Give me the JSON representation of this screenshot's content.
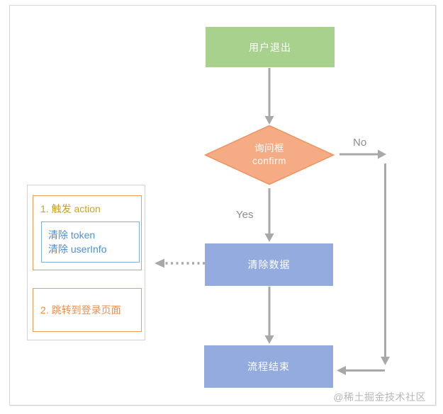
{
  "diagram": {
    "nodes": {
      "start": {
        "label": "用户退出"
      },
      "decision": {
        "line1": "询问框",
        "line2": "confirm"
      },
      "clear_data": {
        "label": "清除数据"
      },
      "end": {
        "label": "流程结束"
      }
    },
    "edges": {
      "yes_label": "Yes",
      "no_label": "No"
    },
    "side_panel": {
      "step1_title": "1. 触发 action",
      "inner_line1": "清除 token",
      "inner_line2": "清除 userInfo",
      "step2_title": "2. 跳转到登录页面"
    },
    "watermark": "@稀土掘金技术社区",
    "colors": {
      "start_fill": "#a9d18e",
      "decision_fill": "#f5ac84",
      "decision_border": "#ee9260",
      "process_fill": "#93abde",
      "arrow_gray": "#a8a8a8",
      "edge_label_gray": "#8c8c8c",
      "panel_border_gray": "#d3d3d3",
      "step_border_orange": "#f09c57",
      "step1_title_gold": "#c9a227",
      "step2_title_orange": "#f08e4a",
      "inner_border_blue": "#7cafdf",
      "inner_text_blue": "#4a90d5",
      "watermark_gray": "#b7b7b7"
    }
  }
}
